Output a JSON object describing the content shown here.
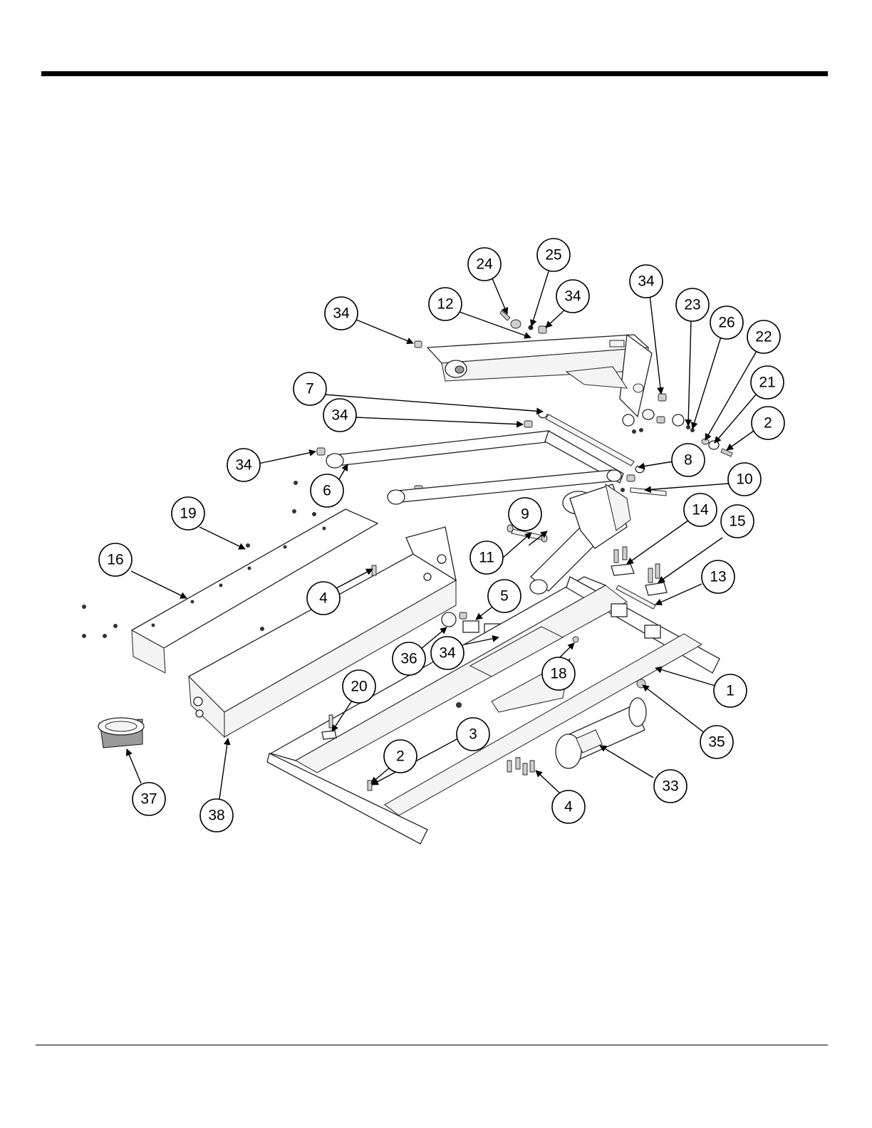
{
  "callouts": [
    {
      "label": "24"
    },
    {
      "label": "25"
    },
    {
      "label": "34"
    },
    {
      "label": "12"
    },
    {
      "label": "34"
    },
    {
      "label": "34"
    },
    {
      "label": "23"
    },
    {
      "label": "26"
    },
    {
      "label": "22"
    },
    {
      "label": "21"
    },
    {
      "label": "2"
    },
    {
      "label": "7"
    },
    {
      "label": "34"
    },
    {
      "label": "34"
    },
    {
      "label": "8"
    },
    {
      "label": "6"
    },
    {
      "label": "10"
    },
    {
      "label": "9"
    },
    {
      "label": "14"
    },
    {
      "label": "15"
    },
    {
      "label": "19"
    },
    {
      "label": "11"
    },
    {
      "label": "16"
    },
    {
      "label": "13"
    },
    {
      "label": "5"
    },
    {
      "label": "4"
    },
    {
      "label": "36"
    },
    {
      "label": "34"
    },
    {
      "label": "18"
    },
    {
      "label": "1"
    },
    {
      "label": "20"
    },
    {
      "label": "3"
    },
    {
      "label": "35"
    },
    {
      "label": "2"
    },
    {
      "label": "33"
    },
    {
      "label": "37"
    },
    {
      "label": "4"
    },
    {
      "label": "38"
    }
  ]
}
